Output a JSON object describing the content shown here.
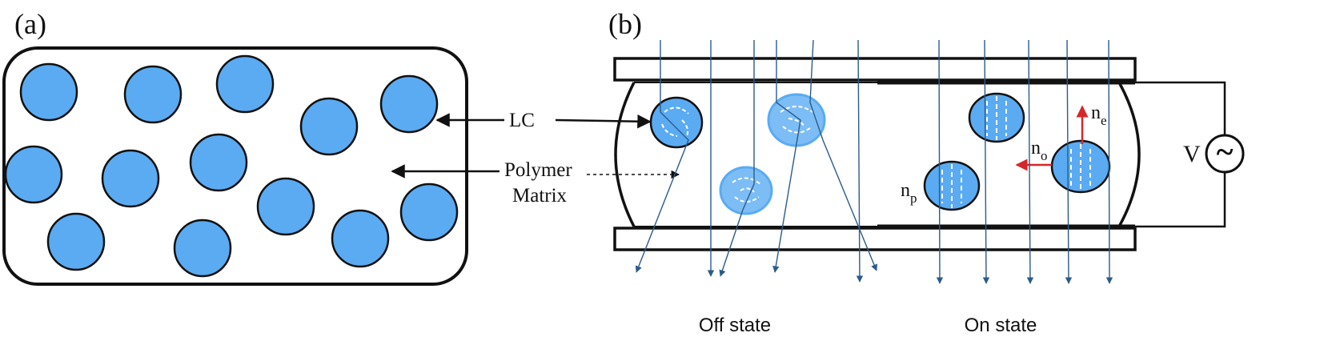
{
  "panel_a": {
    "label": "(a)"
  },
  "panel_b": {
    "label": "(b)",
    "np_base": "n",
    "np_sub": "p",
    "no_base": "n",
    "no_sub": "o",
    "ne_base": "n",
    "ne_sub": "e",
    "voltage_label": "V",
    "ac_symbol": "~",
    "off_state_caption": "Off state",
    "on_state_caption": "On state"
  },
  "labels": {
    "lc": "LC",
    "polymer_line1": "Polymer",
    "polymer_line2": "Matrix"
  },
  "colors": {
    "droplet_fill": "#5aabf2",
    "droplet_stroke": "#111111",
    "ray": "#2b5b8a",
    "arrow_red": "#d62728",
    "ink": "#111111"
  }
}
